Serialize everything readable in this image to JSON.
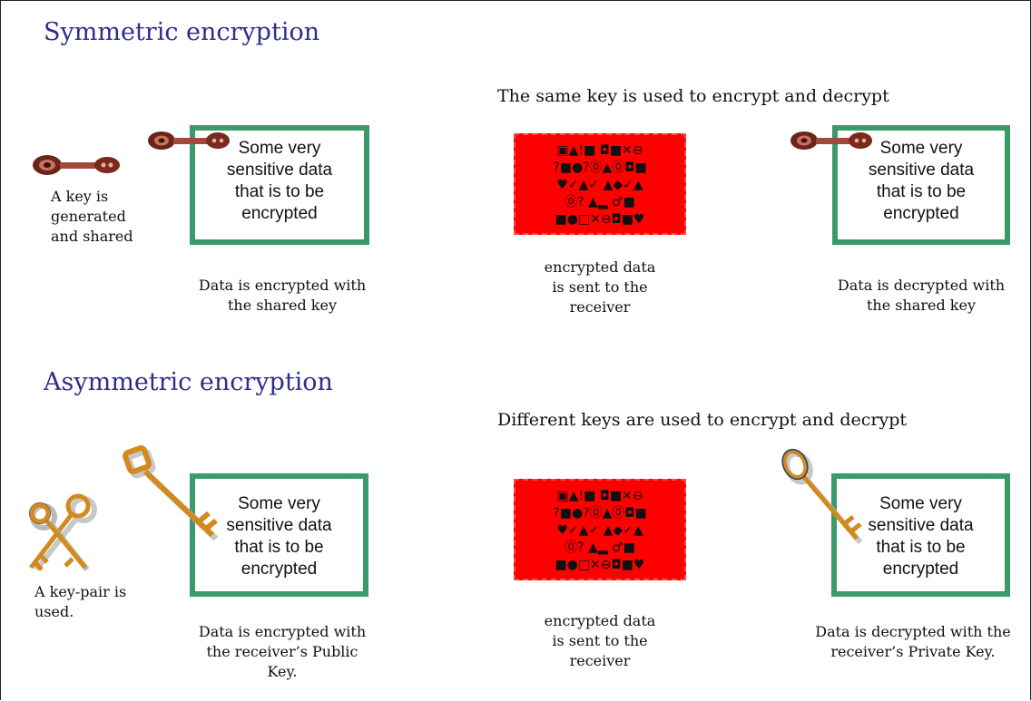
{
  "symmetric": {
    "title": "Symmetric encryption",
    "subtitle": "The same key is used to encrypt and decrypt",
    "key_caption": "A key is\ngenerated\nand shared",
    "box1_text": "Some very\nsensitive data\nthat is to be\nencrypted",
    "box1_caption": "Data is encrypted with\nthe shared key",
    "cipher_text": "▣▲!■ ◘■✕⊖\n?■●?⓪▲⓪◘■\n♥✓▲✓ ▲◆✓▲\n⓪? ▲▂ ♂■\n■●□✕⊖◘■♥",
    "cipher_caption": "encrypted data\nis sent to the\nreceiver",
    "box2_text": "Some very\nsensitive data\nthat is to be\nencrypted",
    "box2_caption": "Data is decrypted with\nthe shared key"
  },
  "asymmetric": {
    "title": "Asymmetric encryption",
    "subtitle": "Different keys are used to encrypt and decrypt",
    "key_caption": "A key-pair is\nused.",
    "box1_text": "Some very\nsensitive data\nthat is to be\nencrypted",
    "box1_caption": "Data is encrypted with\nthe receiver’s Public\nKey.",
    "cipher_text": "▣▲!■ ◘■✕⊖\n?■●?⓪▲⓪◘■\n♥✓▲✓ ▲◆✓▲\n⓪? ▲▂ ♂■\n■●□✕⊖◘■♥",
    "cipher_caption": "encrypted data\nis sent to the\nreceiver",
    "box2_text": "Some very\nsensitive data\nthat is to be\nencrypted",
    "box2_caption": "Data is decrypted with the\nreceiver’s Private Key."
  },
  "colors": {
    "heading": "#2e2e8c",
    "box_border": "#3a9a6a",
    "cipher_fill": "#ff0000",
    "sym_key": "#8a3020",
    "asym_key": "#d28a1e"
  }
}
